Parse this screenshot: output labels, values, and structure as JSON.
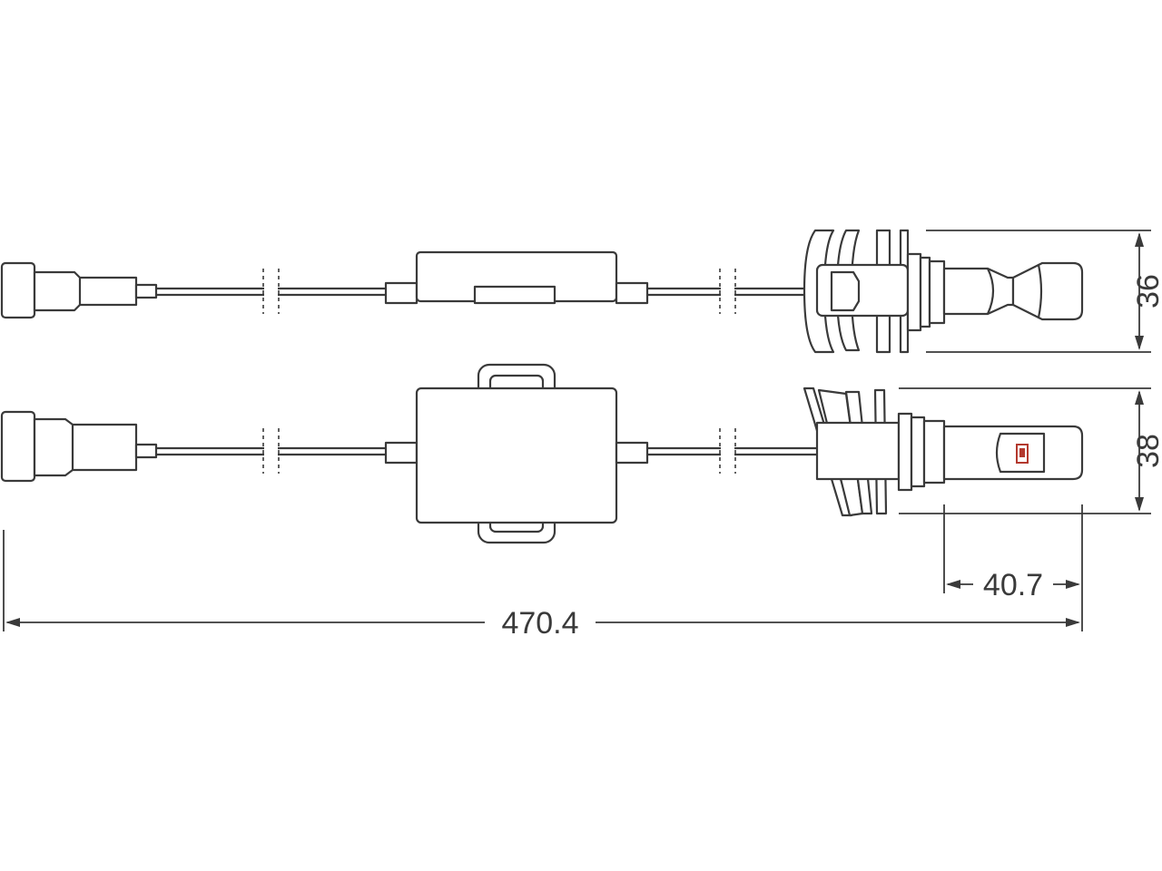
{
  "dimensions": {
    "overall_length": "470.4",
    "base_length": "40.7",
    "top_height": "36",
    "bottom_height": "38"
  },
  "colors": {
    "line": "#3a3a3a",
    "background": "#ffffff",
    "led_chip": "#b3392e"
  }
}
